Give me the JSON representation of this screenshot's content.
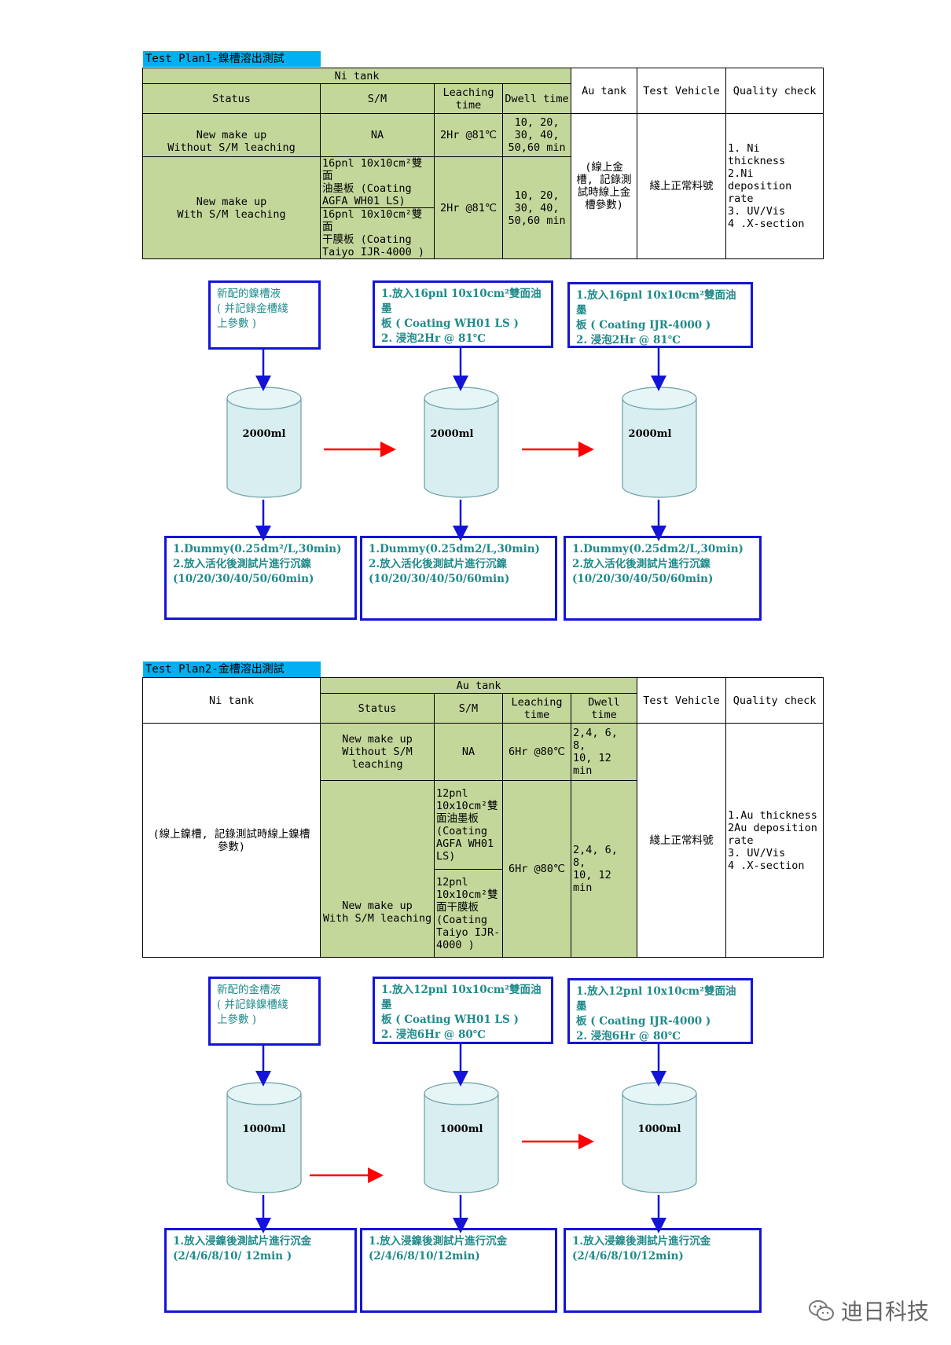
{
  "plan1": {
    "title": "Test Plan1-鎳槽溶出測試",
    "header": {
      "group": "Ni tank",
      "status": "Status",
      "sm": "S/M",
      "leaching": "Leaching\ntime",
      "dwell": "Dwell time",
      "au_tank": "Au tank",
      "vehicle": "Test Vehicle",
      "quality": "Quality check"
    },
    "row1": {
      "status": "New make up\nWithout S/M leaching",
      "sm": "NA",
      "leaching": "2Hr @81℃",
      "dwell": "10, 20,\n30, 40,\n50,60 min"
    },
    "row2": {
      "status": "New make up\nWith S/M leaching",
      "sm_a": "16pnl 10x10cm²雙面\n油墨板 (Coating\nAGFA WH01 LS)",
      "sm_b": "16pnl 10x10cm²雙面\n干膜板 (Coating\nTaiyo IJR-4000  )",
      "leaching": "2Hr @81℃",
      "dwell": "10, 20,\n30, 40,\n50,60 min"
    },
    "au_tank_note": "(線上金\n槽, 記錄測\n試時線上金\n槽參數)",
    "vehicle_note": "綫上正常料號",
    "quality_note": "1. Ni thickness\n2.Ni deposition\nrate\n3. UV/Vis\n4 .X-section",
    "top_boxes": [
      "新配的鎳槽液\n( 并記錄金槽綫\n上參數 )",
      "1.放入16pnl 10x10cm²雙面油墨\n板 ( Coating  WH01 LS )\n2. 浸泡2Hr @ 81℃",
      "1.放入16pnl 10x10cm²雙面油墨\n板 ( Coating IJR-4000  )\n2. 浸泡2Hr @ 81℃"
    ],
    "volumes": [
      "2000ml",
      "2000ml",
      "2000ml"
    ],
    "bottom_boxes": [
      "1.Dummy(0.25dm²/L,30min)\n2.放入活化後測試片進行沉鎳\n(10/20/30/40/50/60min)",
      "1.Dummy(0.25dm2/L,30min)\n2.放入活化後測試片進行沉鎳\n(10/20/30/40/50/60min)",
      "1.Dummy(0.25dm2/L,30min)\n2.放入活化後測試片進行沉鎳\n(10/20/30/40/50/60min)"
    ]
  },
  "plan2": {
    "title": "Test Plan2-金槽溶出測試",
    "header": {
      "ni_tank": "Ni tank",
      "group": "Au tank",
      "status": "Status",
      "sm": "S/M",
      "leaching": "Leaching\ntime",
      "dwell": "Dwell time",
      "vehicle": "Test Vehicle",
      "quality": "Quality check"
    },
    "ni_tank_note": "(線上鎳槽, 記錄測試時線上鎳槽\n參數)",
    "row1": {
      "status": "New make up\nWithout S/M\nleaching",
      "sm": "NA",
      "leaching": "6Hr @80℃",
      "dwell": "2,4, 6, 8,\n10, 12 min"
    },
    "row2": {
      "status": "New make up\nWith S/M leaching",
      "sm_a": "12pnl\n10x10cm²雙\n面油墨板\n (Coating\nAGFA WH01\nLS)",
      "sm_b": "12pnl\n10x10cm²雙\n面干膜板\n (Coating\nTaiyo IJR-\n4000  )",
      "leaching": "6Hr @80℃",
      "dwell": "2,4, 6, 8,\n10, 12 min"
    },
    "vehicle_note": "綫上正常料號",
    "quality_note": "1.Au thickness\n2Au deposition\nrate\n3. UV/Vis\n4 .X-section",
    "top_boxes": [
      "新配的金槽液\n( 并記錄鎳槽綫\n上參數 )",
      "1.放入12pnl 10x10cm²雙面油墨\n板 ( Coating WH01 LS )\n2. 浸泡6Hr @ 80℃",
      "1.放入12pnl 10x10cm²雙面油墨\n板 ( Coating IJR-4000 )\n2. 浸泡6Hr @ 80℃"
    ],
    "volumes": [
      "1000ml",
      "1000ml",
      "1000ml"
    ],
    "bottom_boxes": [
      "1.放入浸鎳後測試片進行沉金\n(2/4/6/8/10/ 12min )",
      "1.放入浸鎳後測試片進行沉金\n(2/4/6/8/10/12min)",
      "1.放入浸鎳後測試片進行沉金\n(2/4/6/8/10/12min)"
    ]
  },
  "watermark": "迪日科技",
  "colors": {
    "title_bg": "#00b0f0",
    "table_green": "#c4d79b",
    "box_border": "#1414d8",
    "box_text": "#1f8a8a",
    "cylinder_fill": "#d8eef0",
    "red_arrow": "#ff0000",
    "blue_arrow": "#1414d8"
  }
}
